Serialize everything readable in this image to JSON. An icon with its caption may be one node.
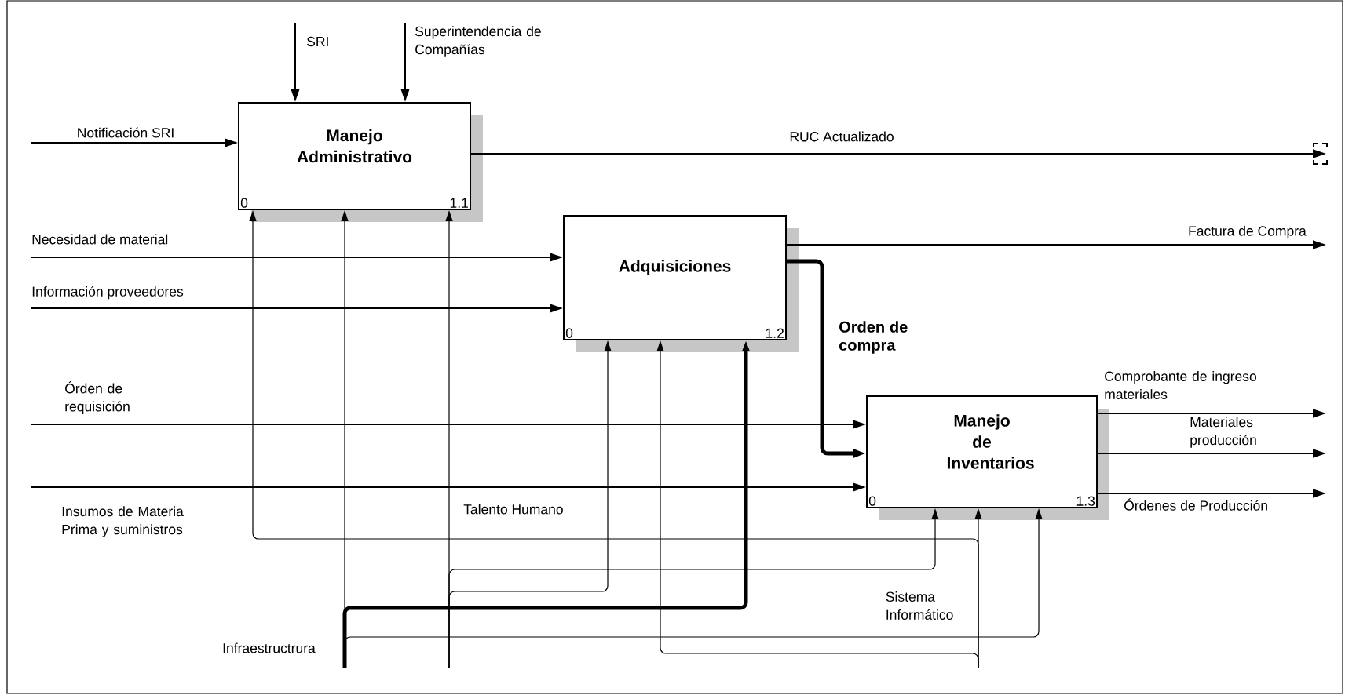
{
  "diagram": {
    "nodes": [
      {
        "text": [
          "Manejo Administrativo",
          "0",
          "1.1"
        ]
      },
      {
        "text": [
          "Adquisiciones",
          "0",
          "1.2"
        ]
      },
      {
        "text": [
          "Manejo de Inventarios",
          "0",
          "1.3"
        ]
      }
    ],
    "edges": [
      {
        "from": null,
        "to": 0,
        "arrow": "to",
        "label": "Notificación SRI"
      },
      {
        "from": null,
        "to": 0,
        "arrow": "to",
        "label": "SRI"
      },
      {
        "from": null,
        "to": 0,
        "arrow": "to",
        "label": "Superintendencia de Compañías"
      },
      {
        "from": 0,
        "to": null,
        "arrow": "to",
        "label": "RUC Actualizado"
      },
      {
        "from": null,
        "to": 1,
        "arrow": "to",
        "label": "Necesidad de material"
      },
      {
        "from": null,
        "to": 1,
        "arrow": "to",
        "label": "Información proveedores"
      },
      {
        "from": 1,
        "to": null,
        "arrow": "to",
        "label": "Factura de Compra"
      },
      {
        "from": 1,
        "to": 2,
        "arrow": "to",
        "label": "Orden de compra",
        "style": "thick"
      },
      {
        "from": null,
        "to": 2,
        "arrow": "to",
        "label": "Órden de requisición"
      },
      {
        "from": null,
        "to": 2,
        "arrow": "to",
        "label": "Insumos de Materia Prima y suministros"
      },
      {
        "from": 2,
        "to": null,
        "arrow": "to",
        "label": "Comprobante de ingreso materiales"
      },
      {
        "from": 2,
        "to": null,
        "arrow": "to",
        "label": "Materiales producción"
      },
      {
        "from": 2,
        "to": null,
        "arrow": "to",
        "label": "Órdenes de Producción"
      },
      {
        "from": null,
        "to": 0,
        "arrow": "to",
        "label": "Talento Humano"
      },
      {
        "from": null,
        "to": 1,
        "arrow": "to"
      },
      {
        "from": null,
        "to": 2,
        "arrow": "to"
      },
      {
        "from": null,
        "to": 0,
        "arrow": "to",
        "label": "Infraestructrura"
      },
      {
        "from": null,
        "to": 1,
        "arrow": "to",
        "style": "thick"
      },
      {
        "from": null,
        "to": 2,
        "arrow": "to"
      },
      {
        "from": null,
        "to": 2,
        "arrow": "to",
        "label": "Sistema Informático"
      },
      {
        "from": null,
        "to": 1,
        "arrow": "to"
      },
      {
        "from": null,
        "to": 0,
        "arrow": "to"
      }
    ]
  }
}
